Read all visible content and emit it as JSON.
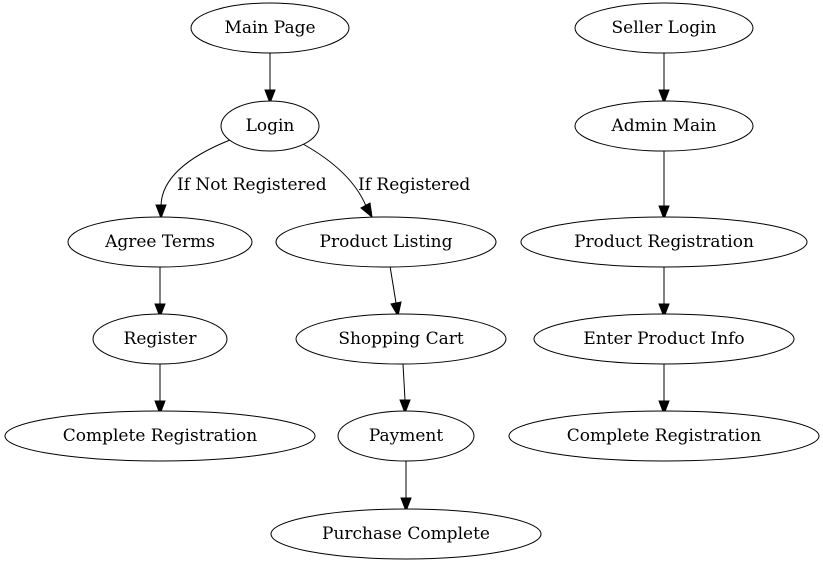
{
  "nodes": {
    "main_page": "Main Page",
    "login": "Login",
    "agree_terms": "Agree Terms",
    "product_listing": "Product Listing",
    "register": "Register",
    "shopping_cart": "Shopping Cart",
    "complete_registration_user": "Complete Registration",
    "payment": "Payment",
    "purchase_complete": "Purchase Complete",
    "seller_login": "Seller Login",
    "admin_main": "Admin Main",
    "product_registration": "Product Registration",
    "enter_product_info": "Enter Product Info",
    "complete_registration_seller": "Complete Registration"
  },
  "edges": {
    "not_registered_label": "If Not Registered",
    "registered_label": "If Registered"
  }
}
